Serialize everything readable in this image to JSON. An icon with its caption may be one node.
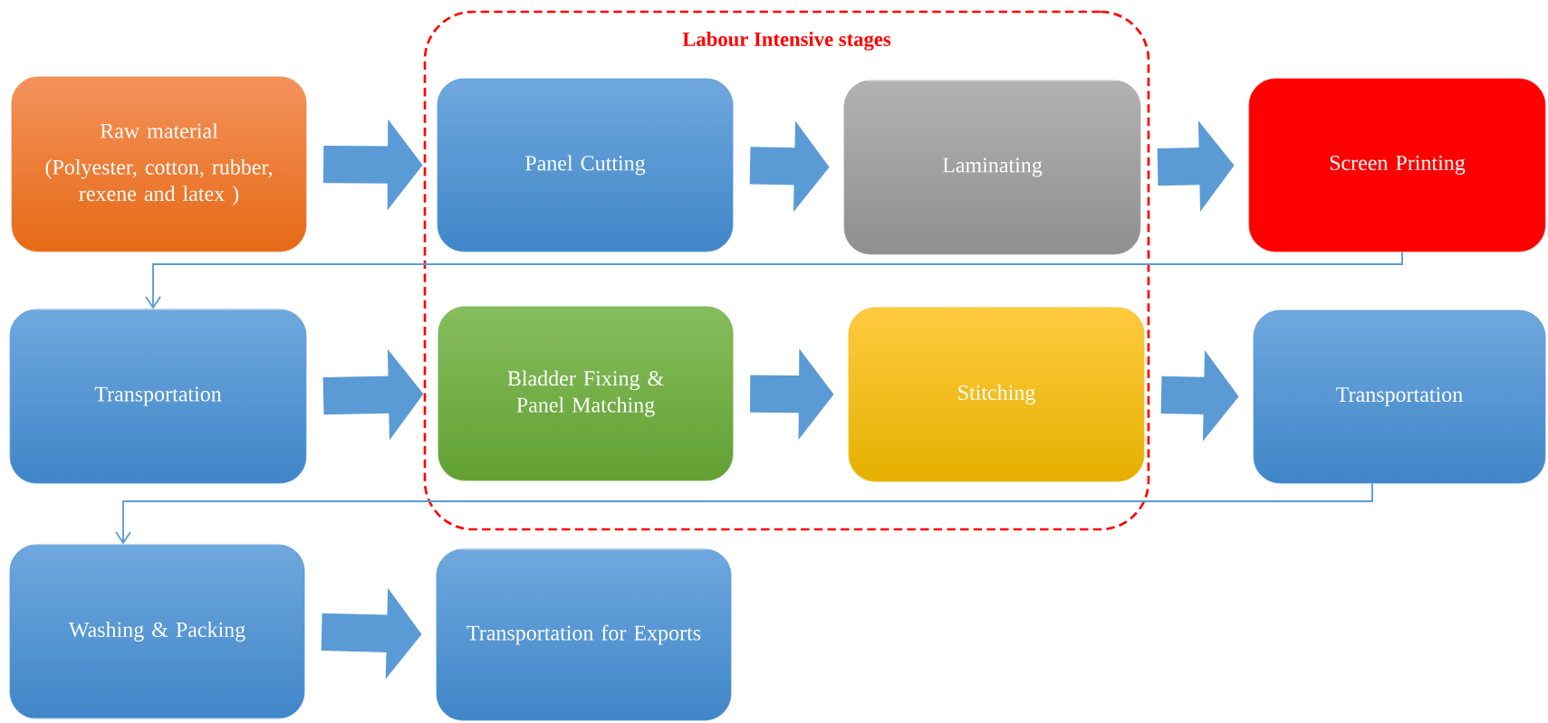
{
  "diagram": {
    "nodes": [
      {
        "text": [
          "Raw material",
          "(Polyester, cotton, rubber, rexene and latex )"
        ]
      },
      {
        "text": [
          "Labour Intensive stages"
        ]
      },
      {
        "text": [
          "Panel Cutting"
        ],
        "in": 1
      },
      {
        "text": [
          "Laminating"
        ],
        "in": 1
      },
      {
        "text": [
          "Screen Printing"
        ]
      },
      {
        "text": [
          "Transportation"
        ]
      },
      {
        "text": [
          "Bladder Fixing & Panel Matching"
        ],
        "in": 1
      },
      {
        "text": [
          "Stitching"
        ],
        "in": 1
      },
      {
        "text": [
          "Transportation"
        ]
      },
      {
        "text": [
          "Washing & Packing"
        ]
      },
      {
        "text": [
          "Transportation for Exports"
        ]
      }
    ],
    "edges": [
      {
        "from": 0,
        "to": 2,
        "arrow": "to"
      },
      {
        "from": 2,
        "to": 3,
        "arrow": "to"
      },
      {
        "from": 3,
        "to": 4,
        "arrow": "to"
      },
      {
        "from": 4,
        "to": 5,
        "arrow": "to"
      },
      {
        "from": 5,
        "to": 6,
        "arrow": "to"
      },
      {
        "from": 6,
        "to": 7,
        "arrow": "to"
      },
      {
        "from": 7,
        "to": 8,
        "arrow": "to"
      },
      {
        "from": 8,
        "to": 9,
        "arrow": "to"
      },
      {
        "from": 9,
        "to": 10,
        "arrow": "to"
      }
    ]
  }
}
